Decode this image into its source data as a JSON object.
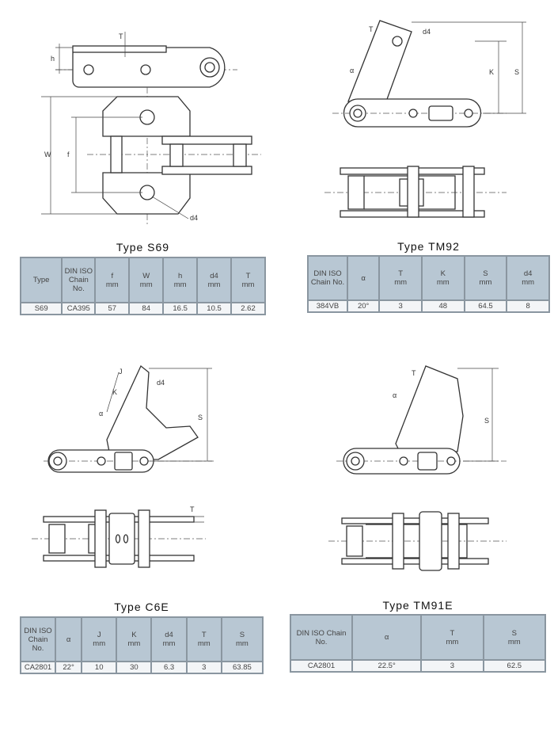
{
  "s69": {
    "title": "Type S69",
    "headers": [
      {
        "name": "Type",
        "unit": ""
      },
      {
        "name": "DIN ISO Chain No.",
        "unit": ""
      },
      {
        "name": "f",
        "unit": "mm"
      },
      {
        "name": "W",
        "unit": "mm"
      },
      {
        "name": "h",
        "unit": "mm"
      },
      {
        "name": "d4",
        "unit": "mm"
      },
      {
        "name": "T",
        "unit": "mm"
      }
    ],
    "row": [
      "S69",
      "CA395",
      "57",
      "84",
      "16.5",
      "10.5",
      "2.62"
    ],
    "labels": {
      "h": "h",
      "T": "T",
      "W": "W",
      "f": "f",
      "d4": "d4"
    }
  },
  "tm92": {
    "title": "Type TM92",
    "headers": [
      {
        "name": "DIN ISO Chain No.",
        "unit": ""
      },
      {
        "name": "α",
        "unit": ""
      },
      {
        "name": "T",
        "unit": "mm"
      },
      {
        "name": "K",
        "unit": "mm"
      },
      {
        "name": "S",
        "unit": "mm"
      },
      {
        "name": "d4",
        "unit": "mm"
      }
    ],
    "row": [
      "384VB",
      "20°",
      "3",
      "48",
      "64.5",
      "8"
    ],
    "labels": {
      "T": "T",
      "d4": "d4",
      "alpha": "α",
      "K": "K",
      "S": "S"
    }
  },
  "c6e": {
    "title": "Type C6E",
    "headers": [
      {
        "name": "DIN ISO Chain No.",
        "unit": ""
      },
      {
        "name": "α",
        "unit": ""
      },
      {
        "name": "J",
        "unit": "mm"
      },
      {
        "name": "K",
        "unit": "mm"
      },
      {
        "name": "d4",
        "unit": "mm"
      },
      {
        "name": "T",
        "unit": "mm"
      },
      {
        "name": "S",
        "unit": "mm"
      }
    ],
    "row": [
      "CA2801",
      "22°",
      "10",
      "30",
      "6.3",
      "3",
      "63.85"
    ],
    "labels": {
      "J": "J",
      "K": "K",
      "alpha": "α",
      "d4": "d4",
      "S": "S",
      "T": "T"
    }
  },
  "tm91e": {
    "title": "Type TM91E",
    "headers": [
      {
        "name": "DIN ISO Chain No.",
        "unit": ""
      },
      {
        "name": "α",
        "unit": ""
      },
      {
        "name": "T",
        "unit": "mm"
      },
      {
        "name": "S",
        "unit": "mm"
      }
    ],
    "row": [
      "CA2801",
      "22.5°",
      "3",
      "62.5"
    ],
    "labels": {
      "T": "T",
      "alpha": "α",
      "S": "S"
    }
  }
}
